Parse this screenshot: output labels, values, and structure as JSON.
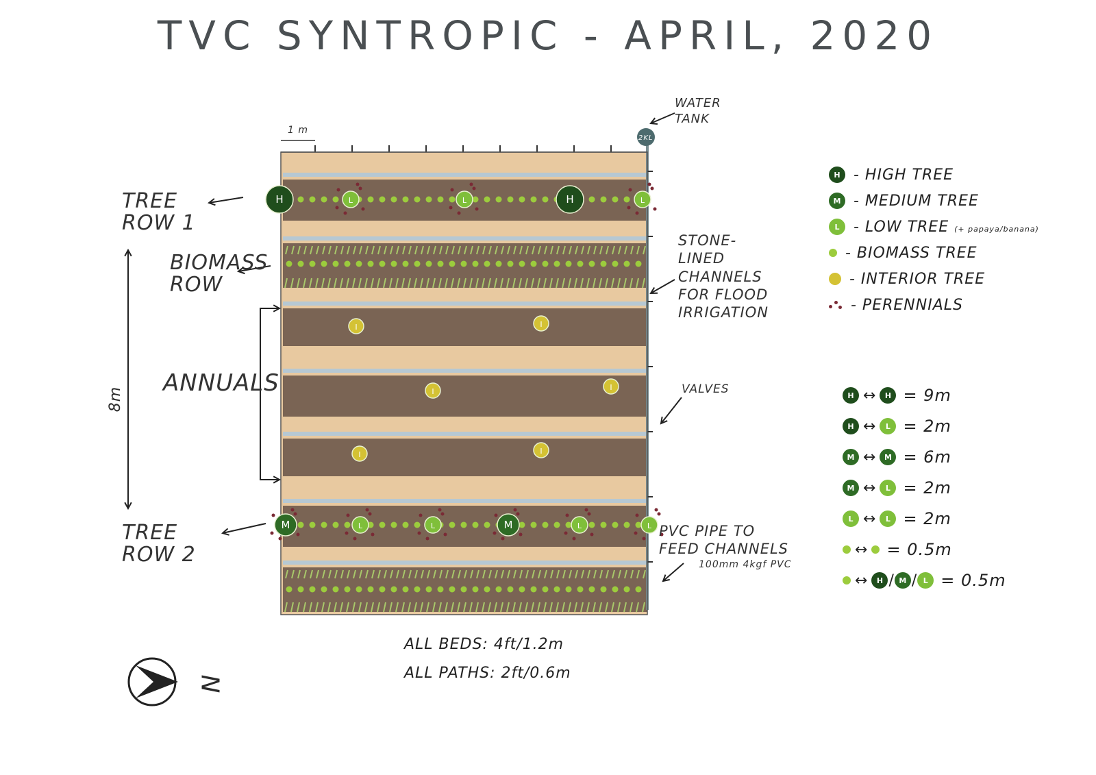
{
  "title": "TVC SYNTROPIC - APRIL, 2020",
  "scale_label": "1 m",
  "tank": {
    "label": "2KL",
    "callout": "WATER TANK"
  },
  "labels": {
    "tree_row_1": "TREE ROW 1",
    "biomass_row": "BIOMASS ROW",
    "annuals": "ANNUALS",
    "tree_row_2": "TREE ROW 2",
    "height_8m": "8m",
    "channels": "STONE-LINED CHANNELS FOR FLOOD IRRIGATION",
    "valves": "VALVES",
    "pipe": "PVC PIPE TO FEED CHANNELS",
    "pipe_spec": "100mm 4kgf PVC",
    "north": "N"
  },
  "legend": [
    {
      "symbol": "H",
      "kind": "h",
      "text": "HIGH TREE"
    },
    {
      "symbol": "M",
      "kind": "m",
      "text": "MEDIUM TREE"
    },
    {
      "symbol": "L",
      "kind": "l",
      "text": "LOW TREE",
      "note": "(+ papaya/banana)"
    },
    {
      "symbol": "",
      "kind": "b",
      "text": "BIOMASS TREE"
    },
    {
      "symbol": "",
      "kind": "i",
      "text": "INTERIOR TREE"
    },
    {
      "symbol": "",
      "kind": "p",
      "text": "PERENNIALS"
    }
  ],
  "distances": [
    {
      "a": "H",
      "ak": "h",
      "b": "H",
      "bk": "h",
      "value": "= 9m"
    },
    {
      "a": "H",
      "ak": "h",
      "b": "L",
      "bk": "l",
      "value": "= 2m"
    },
    {
      "a": "M",
      "ak": "m",
      "b": "M",
      "bk": "m",
      "value": "= 6m"
    },
    {
      "a": "M",
      "ak": "m",
      "b": "L",
      "bk": "l",
      "value": "= 2m"
    },
    {
      "a": "L",
      "ak": "l",
      "b": "L",
      "bk": "l",
      "value": "= 2m"
    },
    {
      "a": "",
      "ak": "b",
      "b": "",
      "bk": "b",
      "value": "= 0.5m"
    },
    {
      "a": "",
      "ak": "b",
      "b": "H/M/L",
      "bk": "multi",
      "value": "= 0.5m"
    }
  ],
  "notes": {
    "beds": "ALL BEDS: 4ft/1.2m",
    "paths": "ALL PATHS: 2ft/0.6m"
  },
  "tree_row_1_trees": [
    "H",
    "L",
    "L",
    "H",
    "L"
  ],
  "tree_row_2_trees": [
    "M",
    "L",
    "L",
    "M",
    "L",
    "L"
  ],
  "interior_trees": [
    "I",
    "I",
    "I",
    "I",
    "I",
    "I"
  ],
  "colors": {
    "soil": "#7a6454",
    "path": "#e8c9a0",
    "channel": "#b6c8d3",
    "high": "#1f4d1c",
    "medium": "#2e6b25",
    "low": "#7fbf3a",
    "biomass": "#9ccc3d",
    "interior": "#d4c234",
    "perennial": "#7a2a35",
    "grass": "#a8c86a"
  }
}
